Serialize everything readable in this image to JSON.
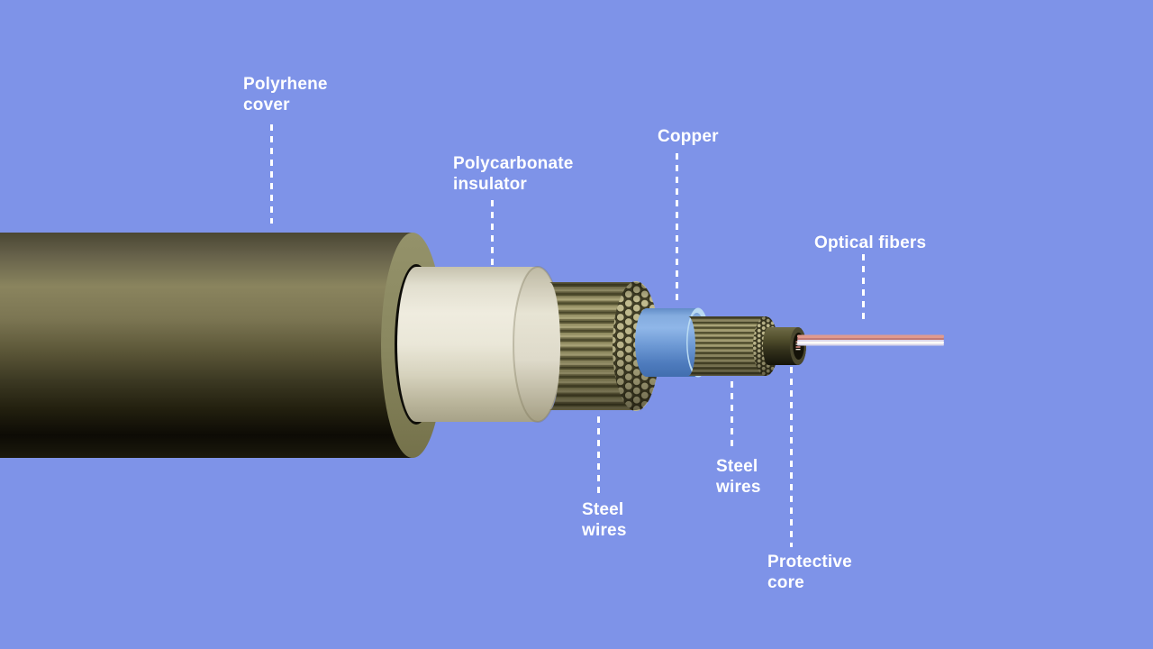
{
  "diagram": {
    "labels": [
      {
        "id": "polyrhene-cover",
        "lines": [
          "Polyrhene",
          "cover"
        ]
      },
      {
        "id": "polycarbonate-insulator",
        "lines": [
          "Polycarbonate",
          "insulator"
        ]
      },
      {
        "id": "copper",
        "lines": [
          "Copper"
        ]
      },
      {
        "id": "optical-fibers",
        "lines": [
          "Optical fibers"
        ]
      },
      {
        "id": "steel-wires-outer",
        "lines": [
          "Steel",
          "wires"
        ]
      },
      {
        "id": "steel-wires-inner",
        "lines": [
          "Steel",
          "wires"
        ]
      },
      {
        "id": "protective-core",
        "lines": [
          "Protective",
          "core"
        ]
      }
    ],
    "colors": {
      "background": "#7e93e8",
      "label_text": "#ffffff",
      "leader_line": "#ffffff",
      "cover_olive_light": "#8a845e",
      "cover_olive_dark": "#14120a",
      "end_ring_olive": "#8b8960",
      "insulator_cream": "#eae7d8",
      "steel_wire_tan": "#9b9569",
      "steel_wire_end": "#c0ba8e",
      "copper_blue": "#6f9cd8",
      "copper_rim_light_blue": "#b9daf2",
      "protective_core_olive": "#3a3722",
      "fiber_salmon": "#e09a8e",
      "fiber_white": "#fdfbf8"
    }
  }
}
